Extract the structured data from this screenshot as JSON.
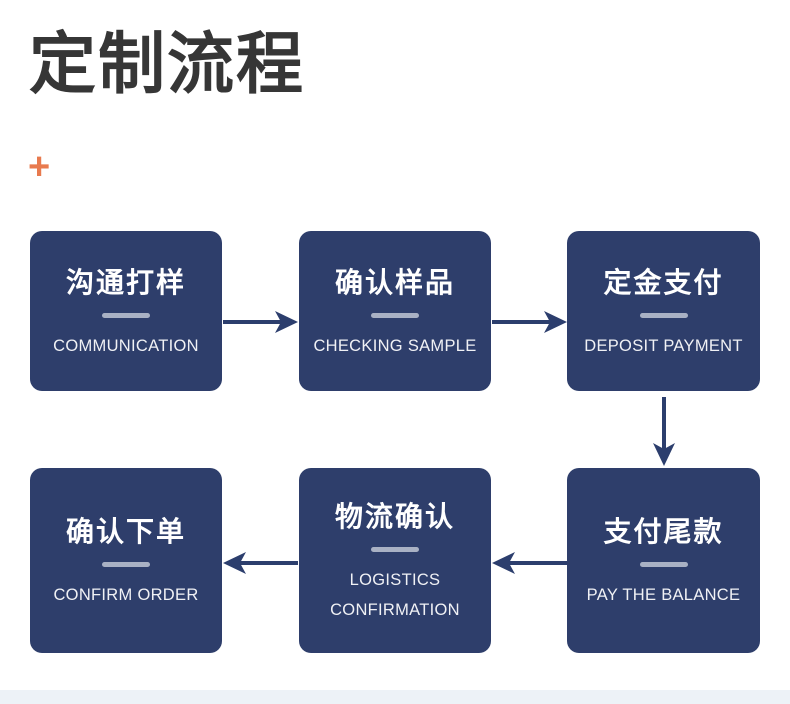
{
  "page": {
    "title": "定制流程",
    "plus_mark": "+",
    "colors": {
      "background": "#ffffff",
      "title_text": "#363636",
      "accent_plus": "#e87a4e",
      "card": "#2e3e6b",
      "card_text": "#ffffff",
      "divider": "#a9b1c4",
      "arrow": "#2c3e6d",
      "bottom_bar": "#edf2f7"
    }
  },
  "flow": {
    "steps": [
      {
        "zh": "沟通打样",
        "en": "COMMUNICATION"
      },
      {
        "zh": "确认样品",
        "en": "CHECKING SAMPLE"
      },
      {
        "zh": "定金支付",
        "en": "DEPOSIT PAYMENT"
      },
      {
        "zh": "支付尾款",
        "en": "PAY THE BALANCE"
      },
      {
        "zh": "物流确认",
        "en": "LOGISTICS CONFIRMATION"
      },
      {
        "zh": "确认下单",
        "en": "CONFIRM ORDER"
      }
    ]
  }
}
